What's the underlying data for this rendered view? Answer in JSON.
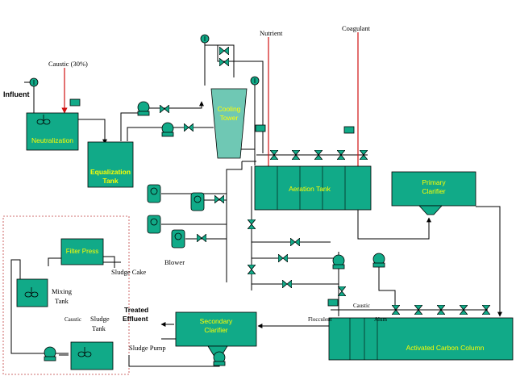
{
  "colors": {
    "equipment_fill": "#11aa88",
    "equipment_stroke": "#000000",
    "cooling_tower_fill": "#6fc8b4",
    "label_yellow": "#ffff00",
    "chemical_line": "#d01010",
    "dashed_boundary": "#c04040"
  },
  "labels": {
    "influent": "Influent",
    "caustic_30": "Caustic (30%)",
    "nutrient": "Nutrient",
    "coagulant": "Coagulant",
    "neutralization": "Neutralization",
    "equalization_line1": "Equalization",
    "equalization_line2": "Tank",
    "cooling_line1": "Cooling",
    "cooling_line2": "Tower",
    "aeration_tank": "Aeration Tank",
    "primary_clarifier_line1": "Primary",
    "primary_clarifier_line2": "Clarifier",
    "blower": "Blower",
    "filter_press": "Filter Press",
    "sludge_cake": "Sludge Cake",
    "mixing_tank_line1": "Mixing",
    "mixing_tank_line2": "Tank",
    "caustic_left": "Caustic",
    "sludge_tank_line1": "Sludge",
    "sludge_tank_line2": "Tank",
    "treated_effluent_line1": "Treated",
    "treated_effluent_line2": "Effluent",
    "secondary_clarifier_line1": "Secondary",
    "secondary_clarifier_line2": "Clarifier",
    "sludge_pump": "Sludge Pump",
    "flocculent": "Flocculent",
    "caustic_right": "Caustic",
    "alum": "Alum",
    "activated_carbon_column": "Activated Carbon Column"
  }
}
